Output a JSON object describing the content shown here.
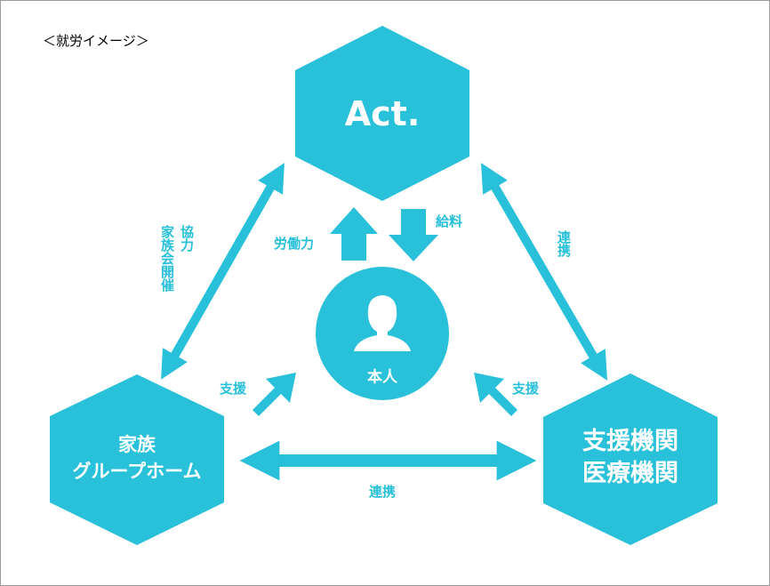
{
  "caption": "＜就労イメージ＞",
  "nodes": {
    "act": "Act.",
    "person": "本人",
    "family_line1": "家族",
    "family_line2": "グループホーム",
    "support_line1": "支援機関",
    "support_line2": "医療機関"
  },
  "edges": {
    "labor": "労働力",
    "salary": "給料",
    "left_cooperation_line1": "協力",
    "left_cooperation_line2": "家族会開催",
    "right_cooperation": "連携",
    "bottom_cooperation": "連携",
    "support_left": "支援",
    "support_right": "支援"
  },
  "colors": {
    "accent": "#29c0d9",
    "text_on_accent": "#ffffff"
  },
  "icons": {
    "person": "person-icon"
  }
}
